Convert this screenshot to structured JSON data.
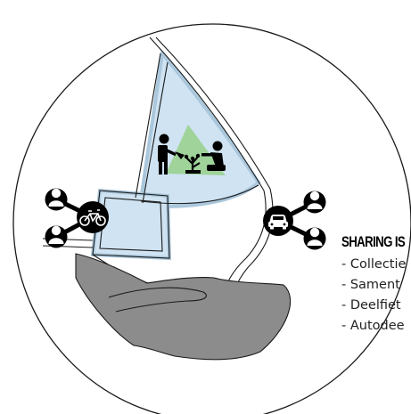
{
  "colors": {
    "background": "#ffffff",
    "outline": "#1a1a1a",
    "area_fill": "#cfe3f2",
    "area_stroke": "#aac7dc",
    "tree_zone": "#9fd39a",
    "hand": "#8c8c8c",
    "icon": "#000000"
  },
  "icons": [
    "garden-community-icon",
    "bicycle-share-icon",
    "car-share-icon",
    "person-icon",
    "helping-hand-icon"
  ],
  "sharing": {
    "heading": "SHARING IS",
    "items": [
      "- Collectie",
      "- Sament",
      "- Deelfiet",
      "- Autodee"
    ]
  }
}
